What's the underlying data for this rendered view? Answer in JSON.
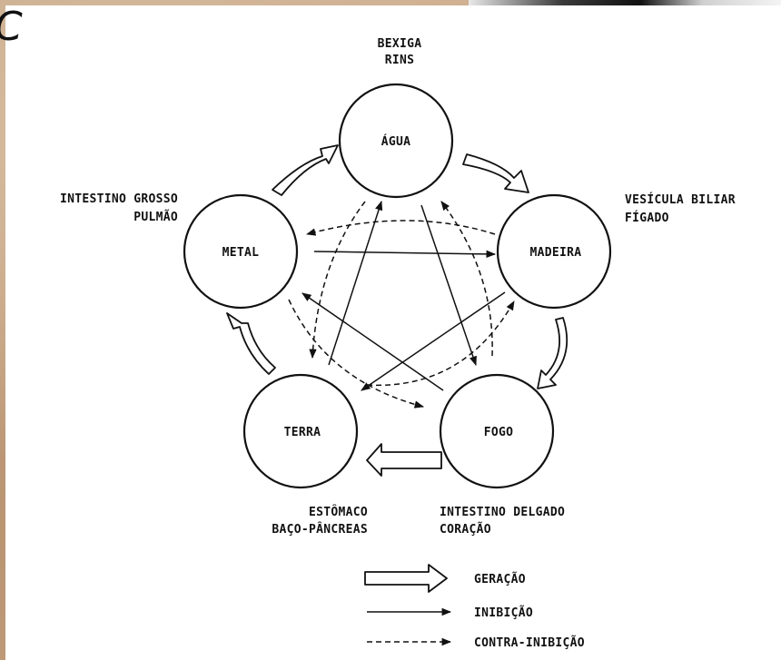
{
  "title_fragment": "C",
  "elements": {
    "agua": "ÁGUA",
    "madeira": "MADEIRA",
    "fogo": "FOGO",
    "terra": "TERRA",
    "metal": "METAL"
  },
  "organs": {
    "agua": [
      "BEXIGA",
      "RINS"
    ],
    "madeira": [
      "VESÍCULA BILIAR",
      "FÍGADO"
    ],
    "fogo": [
      "INTESTINO DELGADO",
      "CORAÇÃO"
    ],
    "terra": [
      "ESTÔMACO",
      "BAÇO-PÂNCREAS"
    ],
    "metal": [
      "INTESTINO GROSSO",
      "PULMÃO"
    ]
  },
  "legend": {
    "generation": "GERAÇÃO",
    "inhibition": "INIBIÇÃO",
    "counter_inhibition": "CONTRA-INIBIÇÃO"
  }
}
